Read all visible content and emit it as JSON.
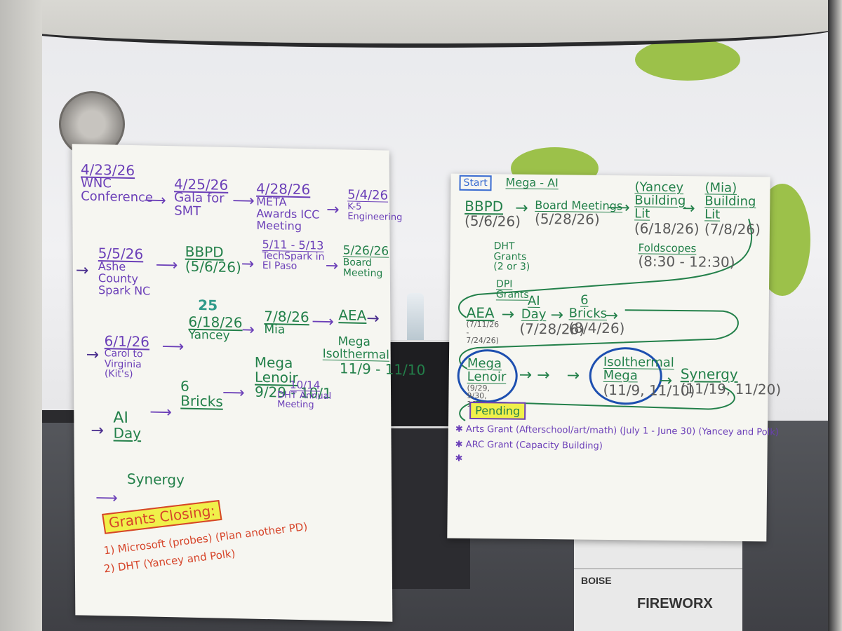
{
  "left_chart": {
    "row1": [
      {
        "date": "4/23/26",
        "label": "WNC Conference"
      },
      {
        "date": "4/25/26",
        "label": "Gala for SMT"
      },
      {
        "date": "4/28/26",
        "label": "META Awards ICC Meeting"
      },
      {
        "date": "5/4/26",
        "label": "K-5 Engineering"
      }
    ],
    "row2": [
      {
        "date": "5/5/26",
        "label": "Ashe County Spark NC"
      },
      {
        "date": "BBPD",
        "label": "(5/6/26)"
      },
      {
        "date": "5/11 - 5/13",
        "label": "TechSpark in El Paso"
      },
      {
        "date": "5/26/26",
        "label": "Board Meeting"
      }
    ],
    "row3": [
      {
        "date": "6/1/26",
        "label": "Carol to Virginia (Kit's)"
      },
      {
        "date": "6/18/26",
        "label": "Yancey",
        "note": "25"
      },
      {
        "date": "7/8/26",
        "label": "Mia"
      },
      {
        "date": "AEA",
        "label": ""
      }
    ],
    "row4": [
      {
        "date": "AI",
        "label": "Day"
      },
      {
        "date": "6",
        "label": "Bricks"
      },
      {
        "date": "Mega",
        "label": "Lenoir",
        "sub": "9/29 - 10/1"
      },
      {
        "date": "10/14",
        "label": "DHT Annual Meeting"
      },
      {
        "date": "Mega",
        "label": "Isolthermal",
        "sub": "11/9 - 11/10"
      }
    ],
    "row5": {
      "label": "Synergy"
    },
    "closing": {
      "title": "Grants Closing:",
      "items": [
        "1) Microsoft (probes) (Plan another PD)",
        "2) DHT (Yancey and Polk)"
      ]
    }
  },
  "right_chart": {
    "start": "Start",
    "mega_ai": "Mega - AI",
    "row1": [
      {
        "label": "BBPD",
        "date": "(5/6/26)"
      },
      {
        "label": "Board Meetings",
        "date": "(5/28/26)"
      },
      {
        "label": "(Yancey Building Lit",
        "date": "(6/18/26)"
      },
      {
        "label": "(Mia) Building Lit",
        "date": "(7/8/26)"
      }
    ],
    "dht_grants": "DHT Grants (2 or 3)",
    "dpi_grants": "DPI Grants",
    "foldscopes": "Foldscopes",
    "foldscopes_time": "(8:30 - 12:30)",
    "row2": [
      {
        "label": "AEA",
        "date": "(7/11/26 - 7/24/26)"
      },
      {
        "label": "AI Day",
        "date": "(7/28/26)"
      },
      {
        "label": "6 Bricks",
        "date": "(8/4/26)"
      }
    ],
    "row3": [
      {
        "label": "Mega Lenoir",
        "date": "(9/29, 9/30, 10/1)"
      },
      {
        "label": "Isolthermal Mega",
        "date": "(11/9, 11/10)"
      },
      {
        "label": "Synergy",
        "date": "(11/19, 11/20)"
      }
    ],
    "pending": {
      "title": "Pending",
      "items": [
        "Arts Grant (Afterschool/art/math) (July 1 - June 30) (Yancey and Polk)",
        "ARC Grant (Capacity Building)",
        ""
      ]
    }
  },
  "boxes": {
    "brand1": "BOISE",
    "brand2": "FIREWORX"
  },
  "colors": {
    "purple": "#6b3fb8",
    "green": "#23804a",
    "orange": "#d6452a",
    "highlight": "#f0f04a",
    "wall_dot": "#9cc14a"
  }
}
